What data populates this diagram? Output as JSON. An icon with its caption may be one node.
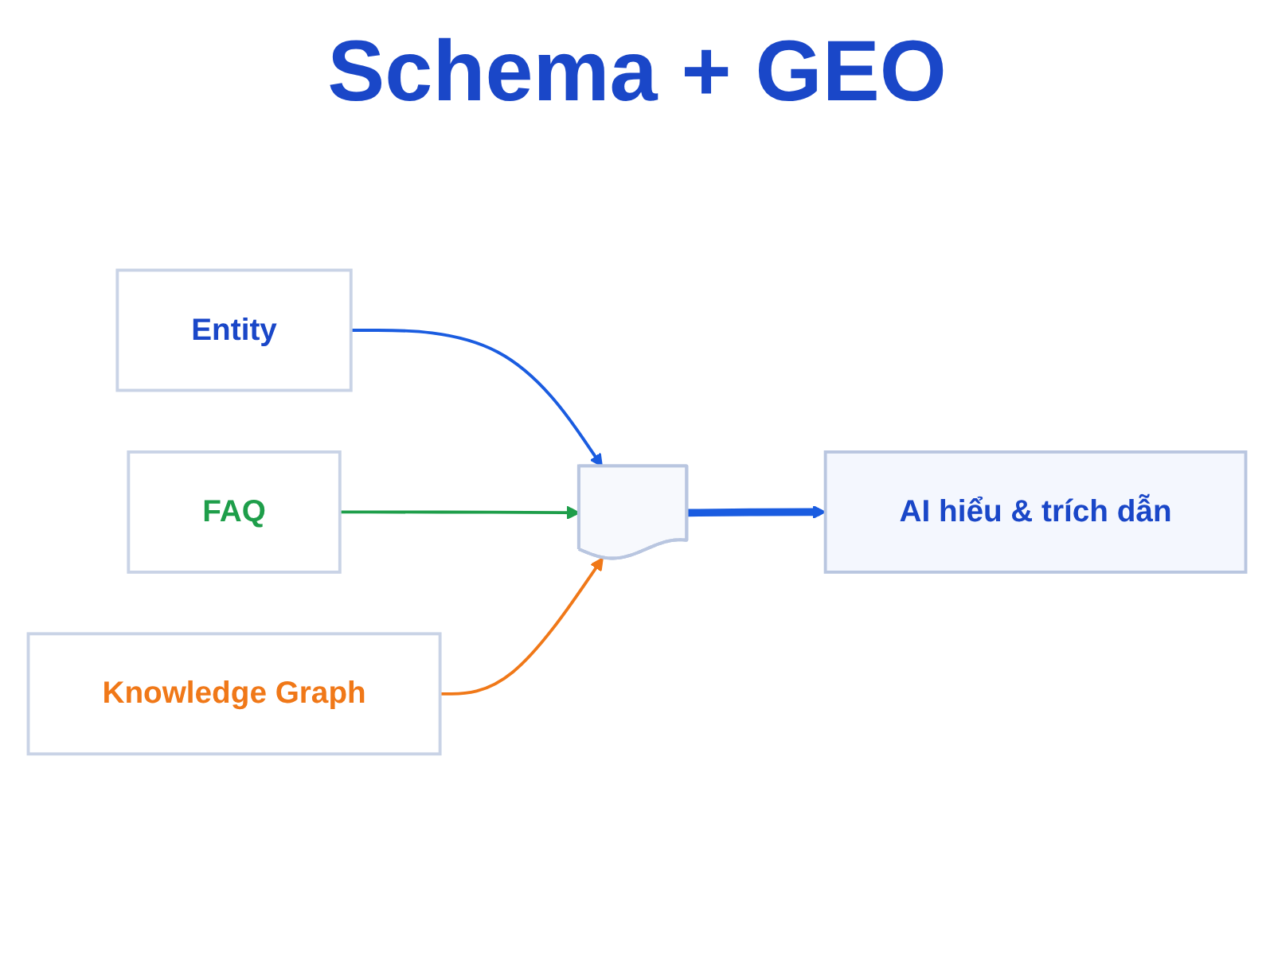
{
  "diagram": {
    "title": "Schema + GEO",
    "nodes": [
      {
        "text": [
          "Entity"
        ]
      },
      {
        "text": [
          "FAQ"
        ]
      },
      {
        "text": [
          "Knowledge Graph"
        ]
      },
      {
        "text": [],
        "shape": "box"
      },
      {
        "text": [
          "AI hiểu & trích dẫn"
        ]
      }
    ],
    "edges": [
      {
        "from": 0,
        "to": 3,
        "arrow": "to"
      },
      {
        "from": 1,
        "to": 3,
        "arrow": "to",
        "color": "#1e9e4a"
      },
      {
        "from": 2,
        "to": 3,
        "arrow": "to",
        "color": "#f07818"
      },
      {
        "from": 3,
        "to": 4,
        "arrow": "to",
        "style": "thick"
      }
    ]
  }
}
